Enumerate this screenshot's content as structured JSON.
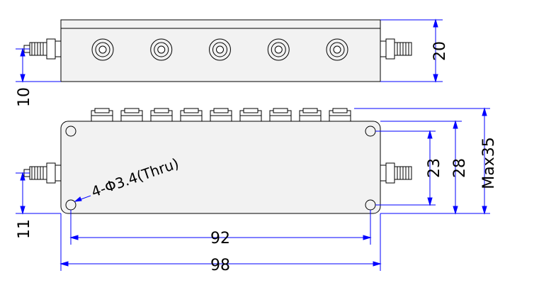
{
  "dimensions": {
    "top_height": "20",
    "top_connector_offset": "10",
    "width_overall": "98",
    "hole_spacing_x": "92",
    "hole_spacing_y": "23",
    "body_height": "28",
    "max_height": "Max35",
    "bottom_connector_offset": "11",
    "hole_note": "4-Φ3.4(Thru)"
  },
  "tuning_screws_top_count": 5,
  "tuning_caps_count": 9,
  "colors": {
    "line": "#000000",
    "dimension": "#0000ff",
    "body_fill": "#f2f2f2"
  }
}
